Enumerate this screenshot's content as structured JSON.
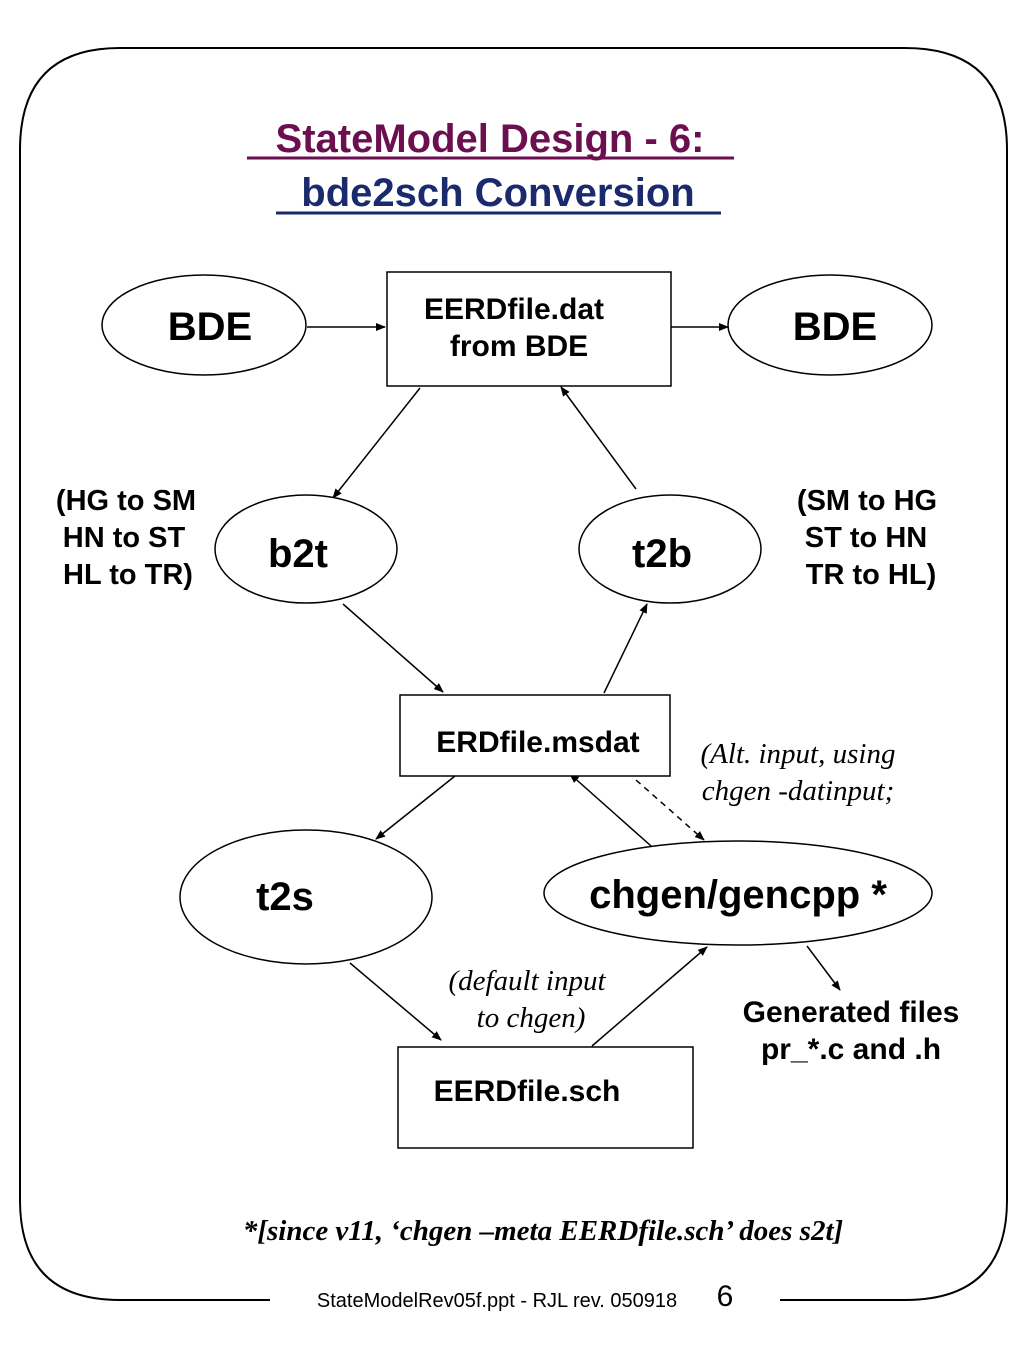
{
  "title": {
    "line1": "StateModel Design - 6:",
    "line2": "bde2sch Conversion"
  },
  "nodes": {
    "bde_left": "BDE",
    "bde_right": "BDE",
    "eerd_dat_line1": "EERDfile.dat",
    "eerd_dat_line2": "from BDE",
    "b2t": "b2t",
    "t2b": "t2b",
    "msdat": "ERDfile.msdat",
    "t2s": "t2s",
    "chgen": "chgen/gencpp *",
    "sch": "EERDfile.sch"
  },
  "labels": {
    "b2t_mapping": [
      "(HG to SM",
      "HN to ST",
      "HL to TR)"
    ],
    "t2b_mapping": [
      "(SM to HG",
      "ST to HN",
      "TR to HL)"
    ],
    "alt_input": [
      "(Alt. input, using",
      "chgen -datinput;"
    ],
    "default_input": [
      "(default input",
      "to chgen)"
    ],
    "generated": [
      "Generated files",
      "pr_*.c and .h"
    ]
  },
  "footnote": "*[since v11, ‘chgen  –meta EERDfile.sch’ does s2t]",
  "footer": {
    "text": "StateModelRev05f.ppt - RJL rev. 050918",
    "page": "6"
  },
  "colors": {
    "title1": "#6b0f4e",
    "title2": "#1a2a6c"
  }
}
